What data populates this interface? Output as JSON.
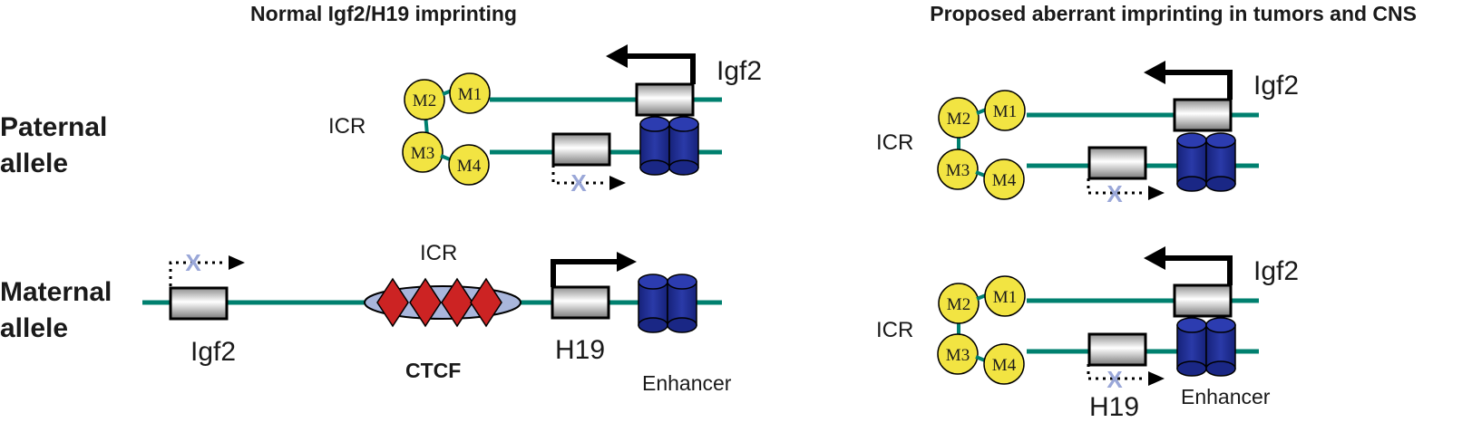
{
  "titles": {
    "left": "Normal Igf2/H19 imprinting",
    "right": "Proposed aberrant imprinting in tumors and CNS"
  },
  "alleles": {
    "paternal": [
      "Paternal",
      "allele"
    ],
    "maternal": [
      "Maternal",
      "allele"
    ]
  },
  "labels": {
    "icr": "ICR",
    "igf2": "Igf2",
    "h19": "H19",
    "ctcf": "CTCF",
    "enhancer": "Enhancer",
    "blocked": "X"
  },
  "methyl_sites": [
    "M1",
    "M2",
    "M3",
    "M4"
  ],
  "colors": {
    "dna_strand": "#00806f",
    "methyl_site": "#f2e442",
    "ctcf_diamond": "#cc2323",
    "icr_ellipse": "#a9b6dc",
    "enhancer": "#1f2f8f",
    "blocked_mark": "#9aa7d8"
  }
}
